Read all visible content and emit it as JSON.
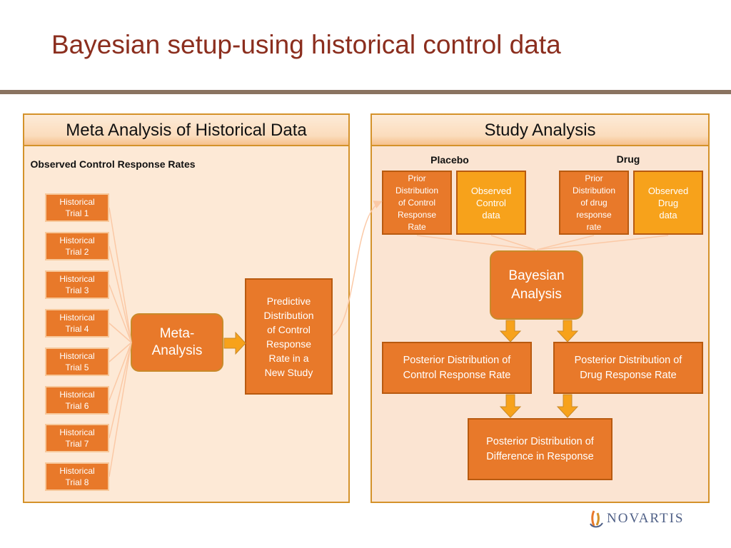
{
  "title": "Bayesian setup-using historical control data",
  "left_panel": {
    "header": "Meta Analysis of Historical Data",
    "subtitle": "Observed Control Response Rates",
    "trials": [
      {
        "line1": "Historical",
        "line2": "Trial 1"
      },
      {
        "line1": "Historical",
        "line2": "Trial 2"
      },
      {
        "line1": "Historical",
        "line2": "Trial 3"
      },
      {
        "line1": "Historical",
        "line2": "Trial 4"
      },
      {
        "line1": "Historical",
        "line2": "Trial 5"
      },
      {
        "line1": "Historical",
        "line2": "Trial 6"
      },
      {
        "line1": "Historical",
        "line2": "Trial 7"
      },
      {
        "line1": "Historical",
        "line2": "Trial 8"
      }
    ],
    "meta": {
      "line1": "Meta-",
      "line2": "Analysis"
    },
    "predictive": [
      "Predictive",
      "Distribution",
      "of Control",
      "Response",
      "Rate in a",
      "New Study"
    ]
  },
  "right_panel": {
    "header": "Study Analysis",
    "placebo_label": "Placebo",
    "drug_label": "Drug",
    "prior_control": [
      "Prior",
      "Distribution",
      "of Control",
      "Response",
      "Rate"
    ],
    "observed_control": [
      "Observed",
      "Control",
      "data"
    ],
    "prior_drug": [
      "Prior",
      "Distribution",
      "of drug",
      "response",
      "rate"
    ],
    "observed_drug": [
      "Observed",
      "Drug",
      "data"
    ],
    "bayesian": [
      "Bayesian",
      "Analysis"
    ],
    "posterior_control": [
      "Posterior Distribution of",
      "Control Response Rate"
    ],
    "posterior_drug": [
      "Posterior Distribution of",
      "Drug Response Rate"
    ],
    "posterior_diff": [
      "Posterior Distribution of",
      "Difference in Response"
    ]
  },
  "logo": {
    "name": "NOVARTIS",
    "mark_color": "#e8792a",
    "text_color": "#4e5f86"
  },
  "colors": {
    "title": "#8b2e1e",
    "box_orange": "#e8792a",
    "box_gold": "#f7a21b",
    "panel_border": "#d4922a"
  }
}
